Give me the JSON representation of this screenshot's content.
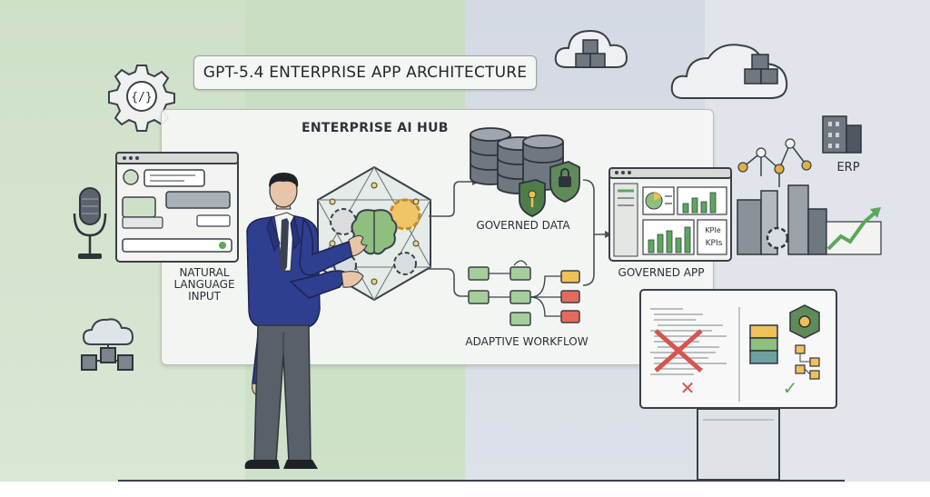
{
  "title": "GPT-5.4 ENTERPRISE APP ARCHITECTURE",
  "hub": {
    "title": "ENTERPRISE AI HUB"
  },
  "labels": {
    "nl_input": [
      "NATURAL",
      "LANGUAGE",
      "INPUT"
    ],
    "governed_data": "GOVERNED DATA",
    "adaptive_workflow": "ADAPTIVE WORKFLOW",
    "governed_app": "GOVERNED APP",
    "erp": "ERP",
    "kpis": "KPIs",
    "kpi_small": "KPIe"
  },
  "icons": {
    "code_gear": "{/}",
    "reject": "✕",
    "approve": "✓"
  },
  "colors": {
    "green_bg": "#cfe0c9",
    "blue_bg": "#d4d9e3",
    "suit": "#2f3f8f",
    "brain": "#8fbf7f",
    "gear_orange": "#e8a93a",
    "reject_red": "#d9534f",
    "approve_green": "#5aa85a"
  }
}
